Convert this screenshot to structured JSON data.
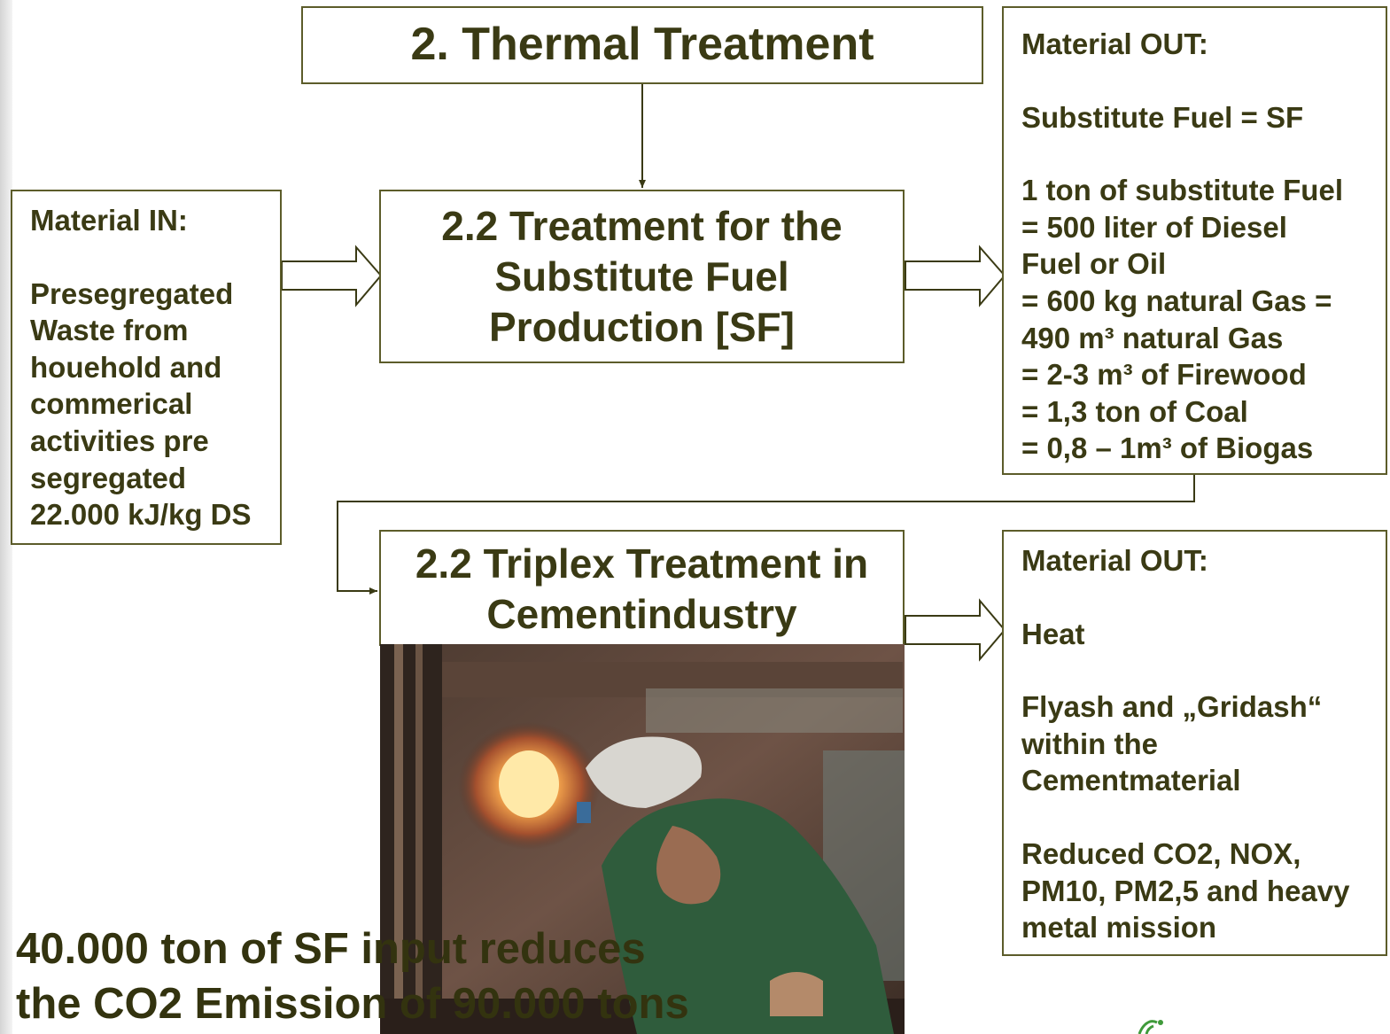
{
  "header": {
    "title": "2. Thermal Treatment"
  },
  "material_in": {
    "heading": "Material IN:",
    "lines": [
      "Presegregated",
      "Waste from",
      "houehold and",
      "commerical",
      "activities pre",
      "segregated",
      "22.000 kJ/kg DS"
    ]
  },
  "process_sf": {
    "title": "2.2 Treatment for the\nSubstitute Fuel\nProduction [SF]"
  },
  "material_out_sf": {
    "heading": "Material OUT:",
    "definition": "Substitute Fuel = SF",
    "lines": [
      "1 ton of substitute Fuel",
      "= 500 liter of Diesel",
      "Fuel or Oil",
      "= 600 kg natural Gas =",
      "490 m³ natural Gas",
      "= 2-3 m³ of Firewood",
      "= 1,3 ton of Coal",
      "= 0,8 – 1m³ of Biogas"
    ]
  },
  "process_cement": {
    "title": "2.2 Triplex Treatment in\nCementindustry"
  },
  "material_out_cement": {
    "heading": "Material OUT:",
    "item1": "Heat",
    "item2": "Flyash and „Gridash“\nwithin the\nCementmaterial",
    "item3": "Reduced CO2, NOX,\nPM10, PM2,5 and heavy\nmetal mission"
  },
  "caption": "40.000 ton of SF input reduces\nthe CO2 Emission of 90.000 tons",
  "colors": {
    "text": "#3a3a14",
    "border": "#5c5c2a",
    "caption": "#33330f"
  },
  "icons": {
    "photo": "kiln-worker-photo",
    "logo": "green-logo-icon"
  }
}
